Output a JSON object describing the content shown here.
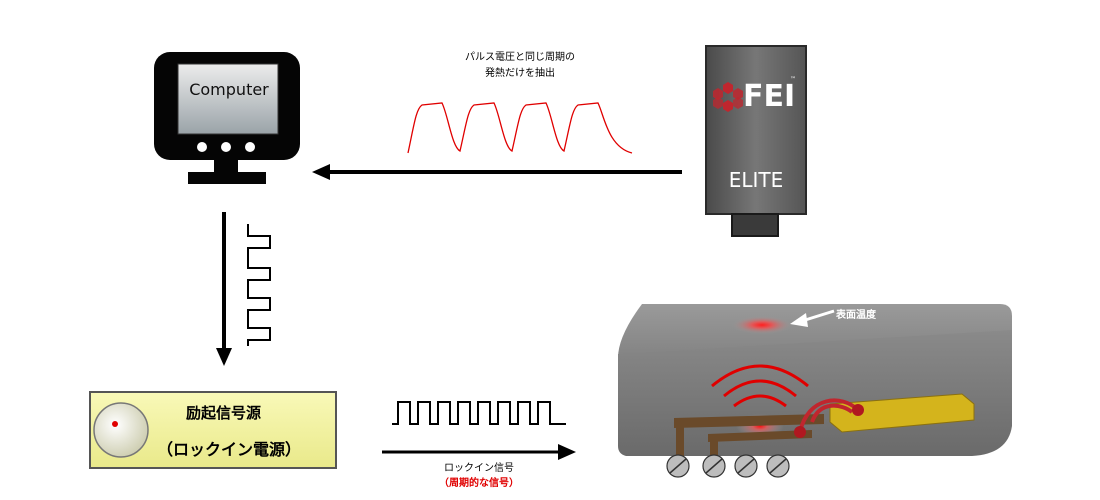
{
  "diagram": {
    "computer": {
      "label": "Computer"
    },
    "camera": {
      "brand": "FEI",
      "trademark": "™",
      "model": "ELITE"
    },
    "top_caption": {
      "line1": "パルス電圧と同じ周期の",
      "line2": "発熱だけを抽出"
    },
    "excitation_source": {
      "line1": "励起信号源",
      "line2": "（ロックイン電源）"
    },
    "lockin_signal": {
      "label": "ロックイン信号",
      "sublabel": "（周期的な信号）"
    },
    "sample": {
      "surface_label": "表面温度"
    },
    "colors": {
      "signal_red": "#e00000",
      "source_fill": "#f6f6a0",
      "box_gray": "#8a8a8a",
      "heat_waves": "#e00000",
      "bar_gold": "#d4b41c"
    }
  }
}
